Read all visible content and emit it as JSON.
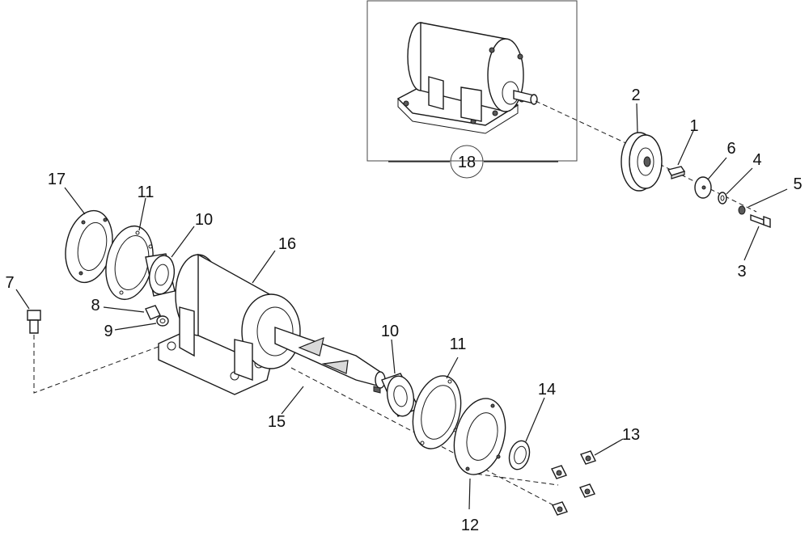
{
  "diagram": {
    "callouts": [
      {
        "id": "c1",
        "text": "1"
      },
      {
        "id": "c2",
        "text": "2"
      },
      {
        "id": "c3",
        "text": "3"
      },
      {
        "id": "c4",
        "text": "4"
      },
      {
        "id": "c5",
        "text": "5"
      },
      {
        "id": "c6",
        "text": "6"
      },
      {
        "id": "c7",
        "text": "7"
      },
      {
        "id": "c8",
        "text": "8"
      },
      {
        "id": "c9",
        "text": "9"
      },
      {
        "id": "c10a",
        "text": "10"
      },
      {
        "id": "c10b",
        "text": "10"
      },
      {
        "id": "c11a",
        "text": "11"
      },
      {
        "id": "c11b",
        "text": "11"
      },
      {
        "id": "c12",
        "text": "12"
      },
      {
        "id": "c13",
        "text": "13"
      },
      {
        "id": "c14",
        "text": "14"
      },
      {
        "id": "c15",
        "text": "15"
      },
      {
        "id": "c16",
        "text": "16"
      },
      {
        "id": "c17",
        "text": "17"
      },
      {
        "id": "c18",
        "text": "18"
      }
    ]
  }
}
